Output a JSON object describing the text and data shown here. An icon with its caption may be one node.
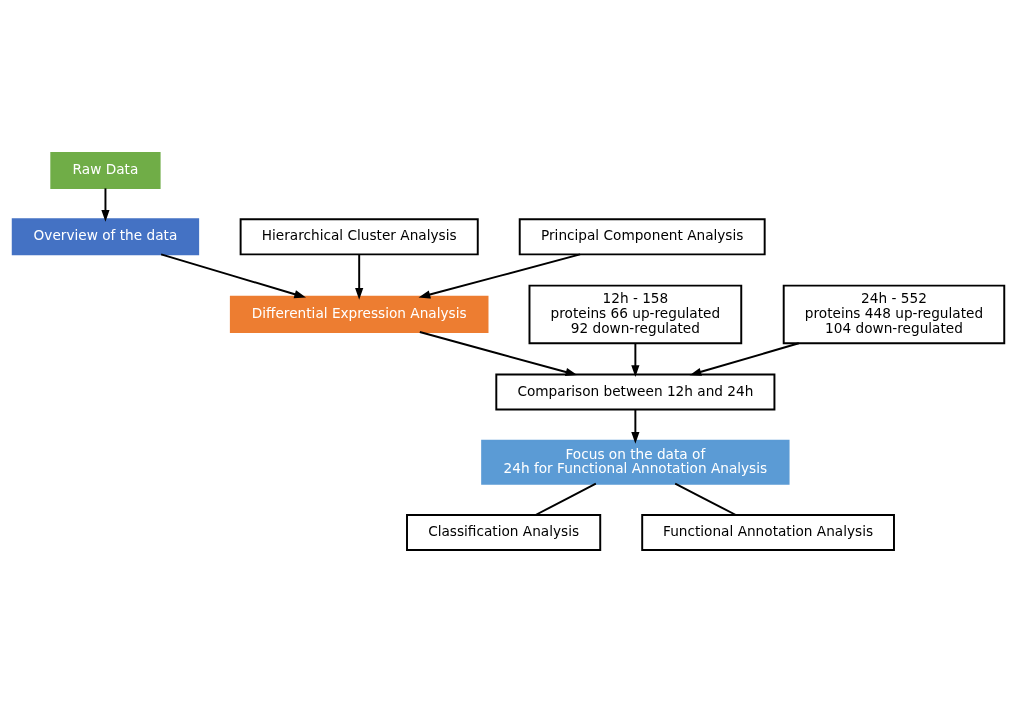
{
  "diagram": {
    "nodes": [
      {
        "text": [
          "Raw Data"
        ]
      },
      {
        "text": [
          "Overview of the data"
        ]
      },
      {
        "text": [
          "Hierarchical Cluster Analysis"
        ]
      },
      {
        "text": [
          "Principal Component Analysis"
        ]
      },
      {
        "text": [
          "Differential Expression Analysis"
        ]
      },
      {
        "text": [
          "12h - 158 proteins 66 up-regulated 92 down-regulated"
        ]
      },
      {
        "text": [
          "24h - 552 proteins 448 up-regulated 104 down-regulated"
        ]
      },
      {
        "text": [
          "Comparison between 12h and 24h"
        ]
      },
      {
        "text": [
          "Focus on the data of 24h for Functional Annotation Analysis"
        ]
      },
      {
        "text": [
          "Classification Analysis"
        ]
      },
      {
        "text": [
          "Functional Annotation Analysis"
        ]
      }
    ],
    "edges": [
      {
        "from": 0,
        "to": 1,
        "arrow": "to"
      },
      {
        "from": 1,
        "to": 4,
        "arrow": "to"
      },
      {
        "from": 2,
        "to": 4,
        "arrow": "to"
      },
      {
        "from": 3,
        "to": 4,
        "arrow": "to"
      },
      {
        "from": 4,
        "to": 7,
        "arrow": "to"
      },
      {
        "from": 5,
        "to": 7,
        "arrow": "to"
      },
      {
        "from": 6,
        "to": 7,
        "arrow": "to"
      },
      {
        "from": 7,
        "to": 8,
        "arrow": "to"
      },
      {
        "from": 8,
        "to": 9,
        "arrow": "none"
      },
      {
        "from": 8,
        "to": 10,
        "arrow": "none"
      }
    ]
  }
}
